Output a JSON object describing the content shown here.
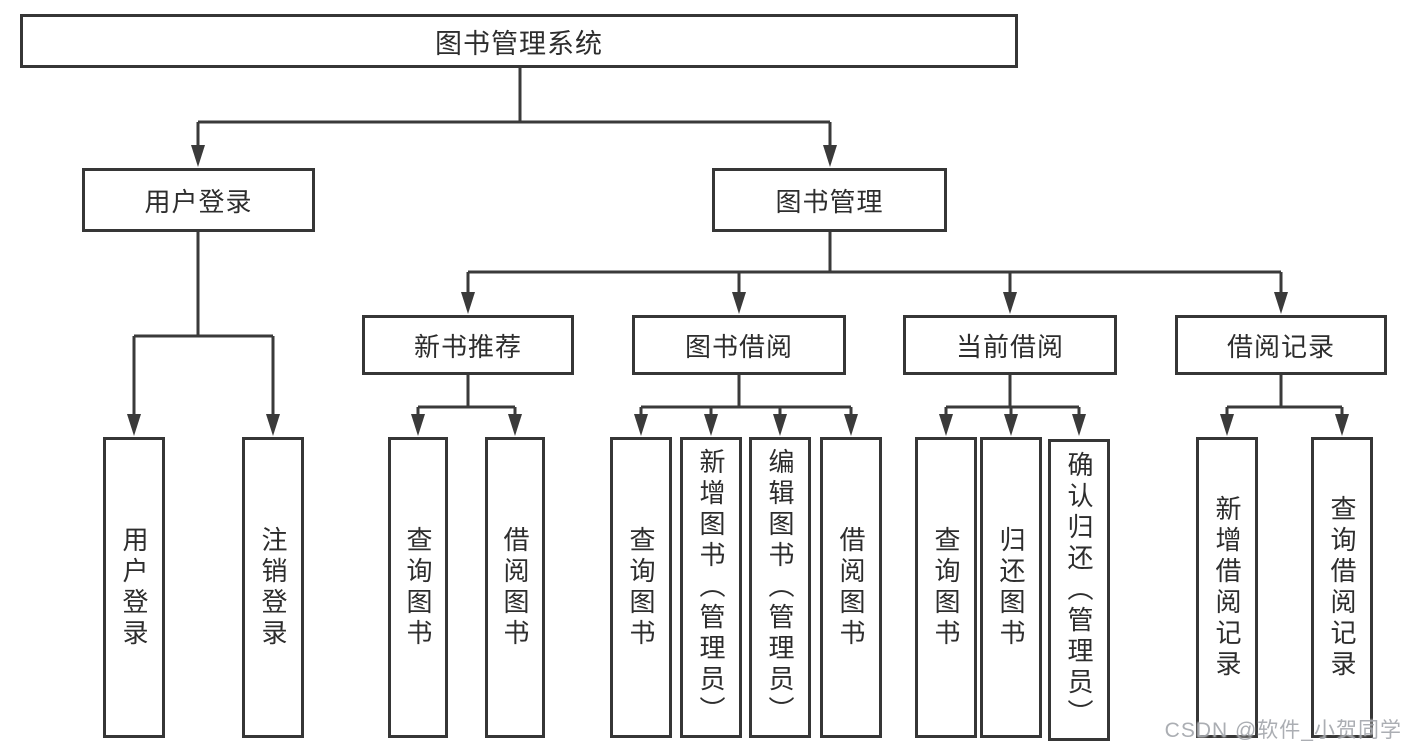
{
  "watermark": "CSDN @软件_小贺同学",
  "colors": {
    "line": "#3a3a3a",
    "border": "#363636",
    "text": "#2d2d2d",
    "background": "#ffffff",
    "watermark": "#9ca0a6"
  },
  "tree": {
    "label": "图书管理系统",
    "children": [
      {
        "label": "用户登录",
        "children": [
          {
            "label": "用户登录"
          },
          {
            "label": "注销登录"
          }
        ]
      },
      {
        "label": "图书管理",
        "children": [
          {
            "label": "新书推荐",
            "children": [
              {
                "label": "查询图书"
              },
              {
                "label": "借阅图书"
              }
            ]
          },
          {
            "label": "图书借阅",
            "children": [
              {
                "label": "查询图书"
              },
              {
                "label": "新增图书（管理员）"
              },
              {
                "label": "编辑图书（管理员）"
              },
              {
                "label": "借阅图书"
              }
            ]
          },
          {
            "label": "当前借阅",
            "children": [
              {
                "label": "查询图书"
              },
              {
                "label": "归还图书"
              },
              {
                "label": "确认归还（管理员）"
              }
            ]
          },
          {
            "label": "借阅记录",
            "children": [
              {
                "label": "新增借阅记录"
              },
              {
                "label": "查询借阅记录"
              }
            ]
          }
        ]
      }
    ]
  }
}
